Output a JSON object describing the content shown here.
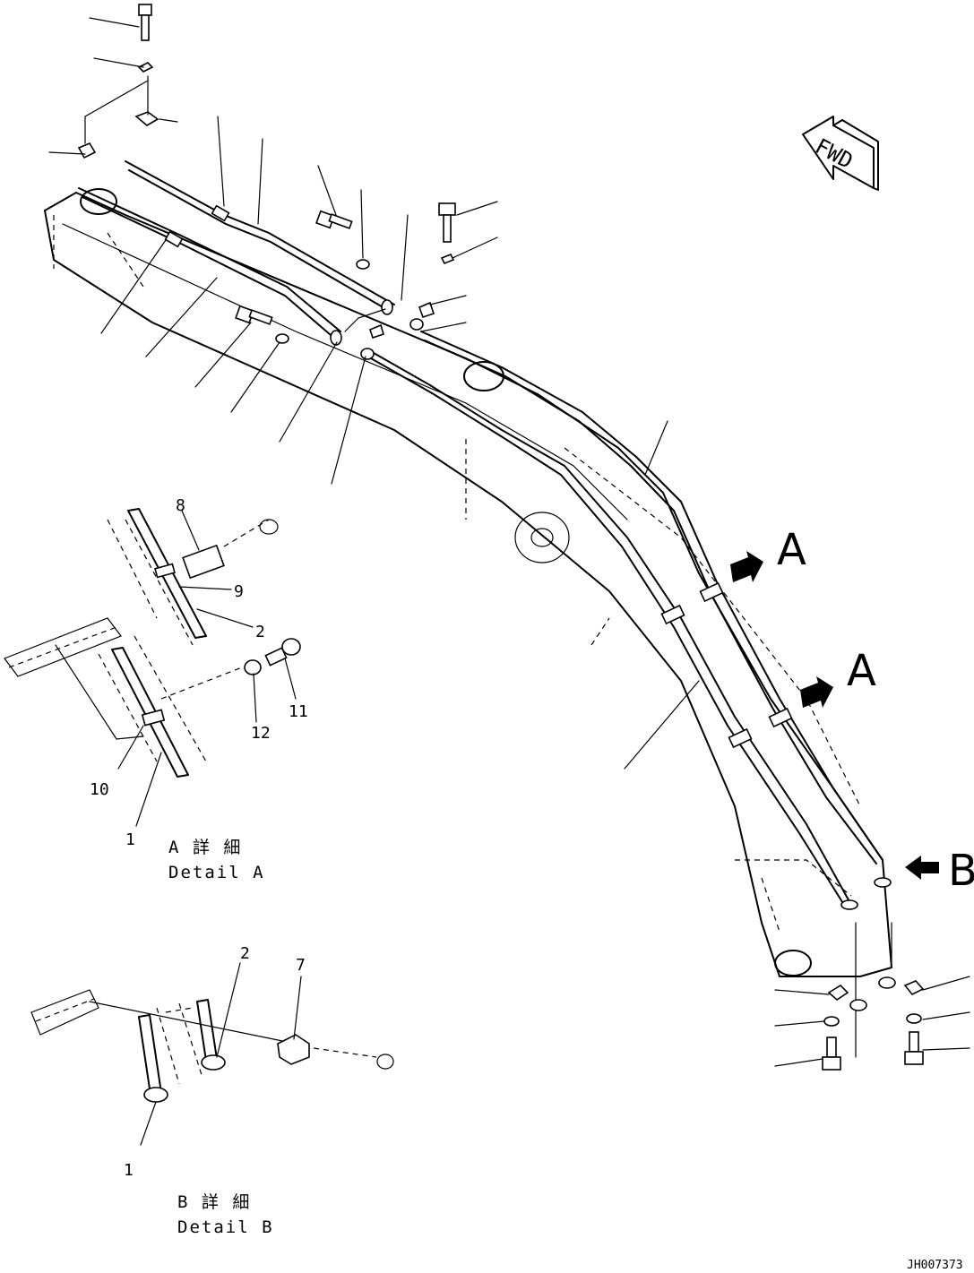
{
  "direction_label": "FWD",
  "view_markers": {
    "a_upper": "A",
    "a_lower": "A",
    "b": "B"
  },
  "detail_a": {
    "callouts": {
      "c8": "8",
      "c9": "9",
      "c2": "2",
      "c11": "11",
      "c12": "12",
      "c10": "10",
      "c1": "1"
    },
    "caption_jp": "A 詳 細",
    "caption_en": "Detail A"
  },
  "detail_b": {
    "callouts": {
      "c2": "2",
      "c7": "7",
      "c1": "1"
    },
    "caption_jp": "B 詳 細",
    "caption_en": "Detail B"
  },
  "drawing_number": "JH007373"
}
